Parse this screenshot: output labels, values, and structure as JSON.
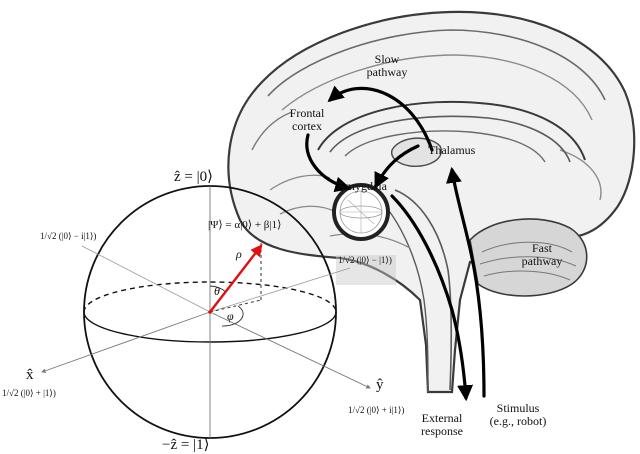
{
  "brain": {
    "frontal_cortex": [
      "Frontal",
      "cortex"
    ],
    "slow_pathway": [
      "Slow",
      "pathway"
    ],
    "thalamus": "Thalamus",
    "amygdala": "Amygdala",
    "fast_pathway": [
      "Fast",
      "pathway"
    ],
    "external_response": [
      "External",
      "response"
    ],
    "stimulus": [
      "Stimulus",
      "(e.g., robot)"
    ]
  },
  "bloch": {
    "z_top": "ẑ = |0⟩",
    "z_bottom": "−ẑ = |1⟩",
    "state": "|Ψ⟩ = α|0⟩ + β|1⟩",
    "rho": "ρ",
    "theta": "θ",
    "phi": "φ",
    "x_axis": "x̂",
    "y_axis": "ŷ",
    "left_state": "1/√2 (|0⟩ − i|1⟩)",
    "right_state": "1/√2 (|0⟩ − |1⟩)",
    "x_state": "1/√2 (|0⟩ + |1⟩)",
    "y_state": "1/√2 (|0⟩ + i|1⟩)"
  },
  "colors": {
    "state_vector": "#e01010",
    "pathway_arrow": "#000000",
    "brain_outline": "#3a3a3a"
  }
}
